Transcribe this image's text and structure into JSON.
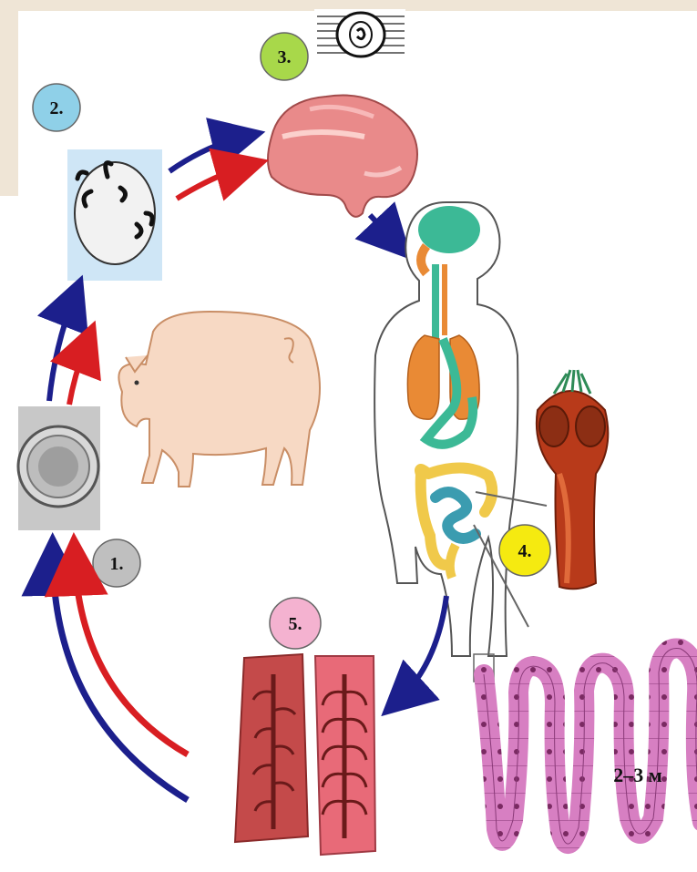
{
  "stages": [
    {
      "id": "1",
      "label": "1.",
      "color": "#bfbfbf"
    },
    {
      "id": "2",
      "label": "2.",
      "color": "#8fd0e8"
    },
    {
      "id": "3",
      "label": "3.",
      "color": "#a8d84a"
    },
    {
      "id": "4",
      "label": "4.",
      "color": "#f5ea10"
    },
    {
      "id": "5",
      "label": "5.",
      "color": "#f4b2d0"
    }
  ],
  "length_label": "2–3 м",
  "colors": {
    "arrow_blue": "#1c1f8c",
    "arrow_red": "#d81e22",
    "egg_box_bg": "#cfe6f6",
    "pig": "#f7d9c4",
    "meat": "#e98a8a",
    "brain": "#3cb996",
    "lungs": "#e98a35",
    "intestine": "#f0c94a",
    "small_intestine": "#3b9cb0",
    "scolex": "#b83a1a",
    "tapeworm": "#d77fc2",
    "proglottid": "#c44a4a"
  }
}
